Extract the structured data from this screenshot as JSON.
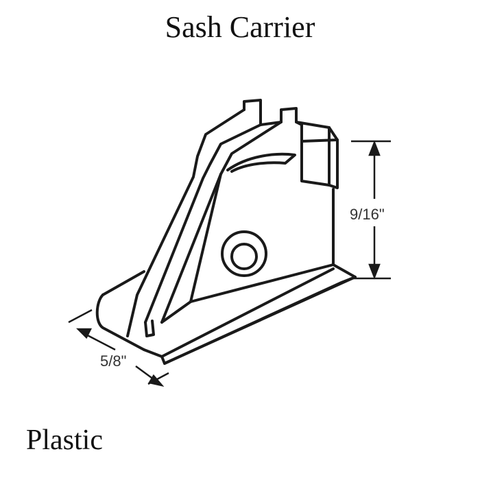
{
  "title": "Sash Carrier",
  "material": "Plastic",
  "dimensions": {
    "height": "9/16\"",
    "width": "5/8\""
  },
  "colors": {
    "line": "#1a1a1a",
    "text": "#111111",
    "background": "#ffffff"
  }
}
